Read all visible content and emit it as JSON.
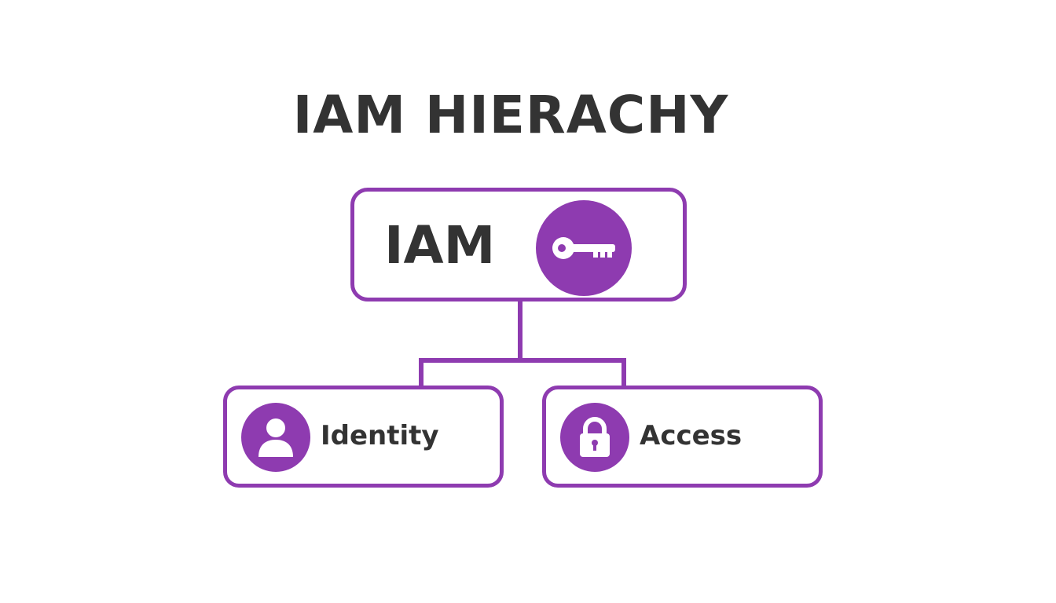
{
  "title": "IAM HIERACHY",
  "root": {
    "label": "IAM",
    "icon": "key-icon"
  },
  "children": [
    {
      "label": "Identity",
      "icon": "user-icon"
    },
    {
      "label": "Access",
      "icon": "lock-icon"
    }
  ],
  "colors": {
    "accent": "#8e3bb0",
    "text": "#333333",
    "background": "#ffffff"
  }
}
